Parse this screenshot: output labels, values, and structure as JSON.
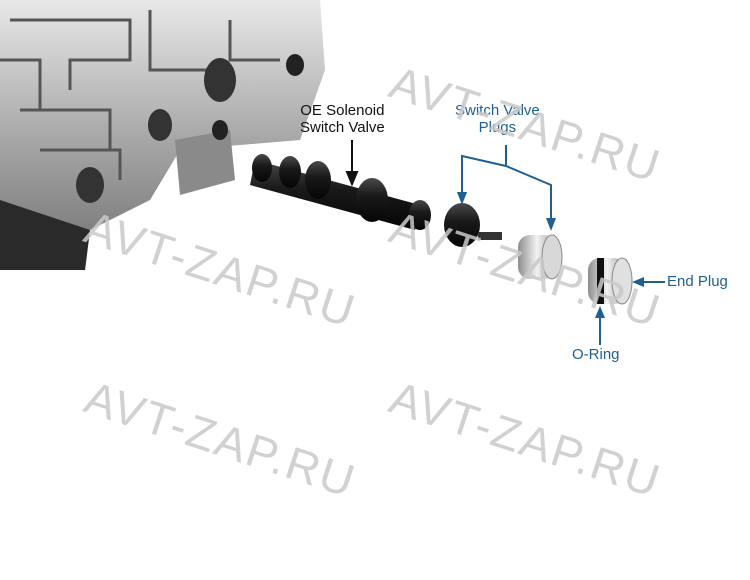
{
  "labels": {
    "solenoid": [
      "OE Solenoid",
      "Switch Valve"
    ],
    "plugs": [
      "Switch Valve",
      "Plugs"
    ],
    "end_plug": "End Plug",
    "o_ring": "O-Ring"
  },
  "watermark": "AVT-ZAP.RU",
  "colors": {
    "callout_blue": "#1f5f93",
    "callout_black": "#111111"
  }
}
